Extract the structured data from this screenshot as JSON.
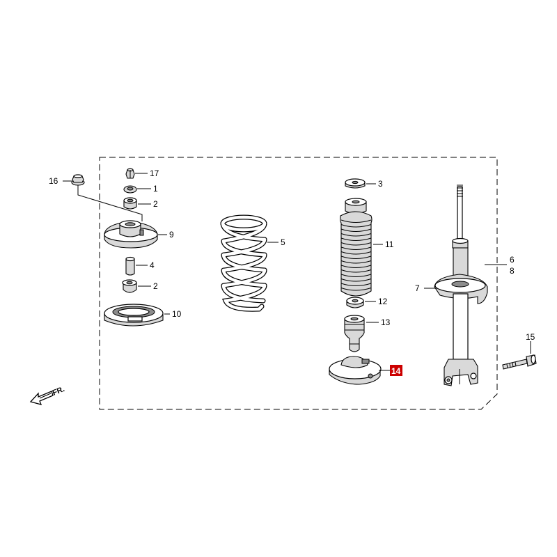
{
  "labels": {
    "p1": "1",
    "p2a": "2",
    "p2b": "2",
    "p3": "3",
    "p4": "4",
    "p5": "5",
    "p6": "6",
    "p7": "7",
    "p8": "8",
    "p9": "9",
    "p10": "10",
    "p11": "11",
    "p12": "12",
    "p13": "13",
    "p14": "14",
    "p15": "15",
    "p16": "16",
    "p17": "17"
  },
  "front_marker": "FR.",
  "colors": {
    "highlight": "#cc0000",
    "line": "#000000",
    "part_fill": "#d9d9d9"
  },
  "icons": [
    "front-direction-arrow-icon"
  ]
}
